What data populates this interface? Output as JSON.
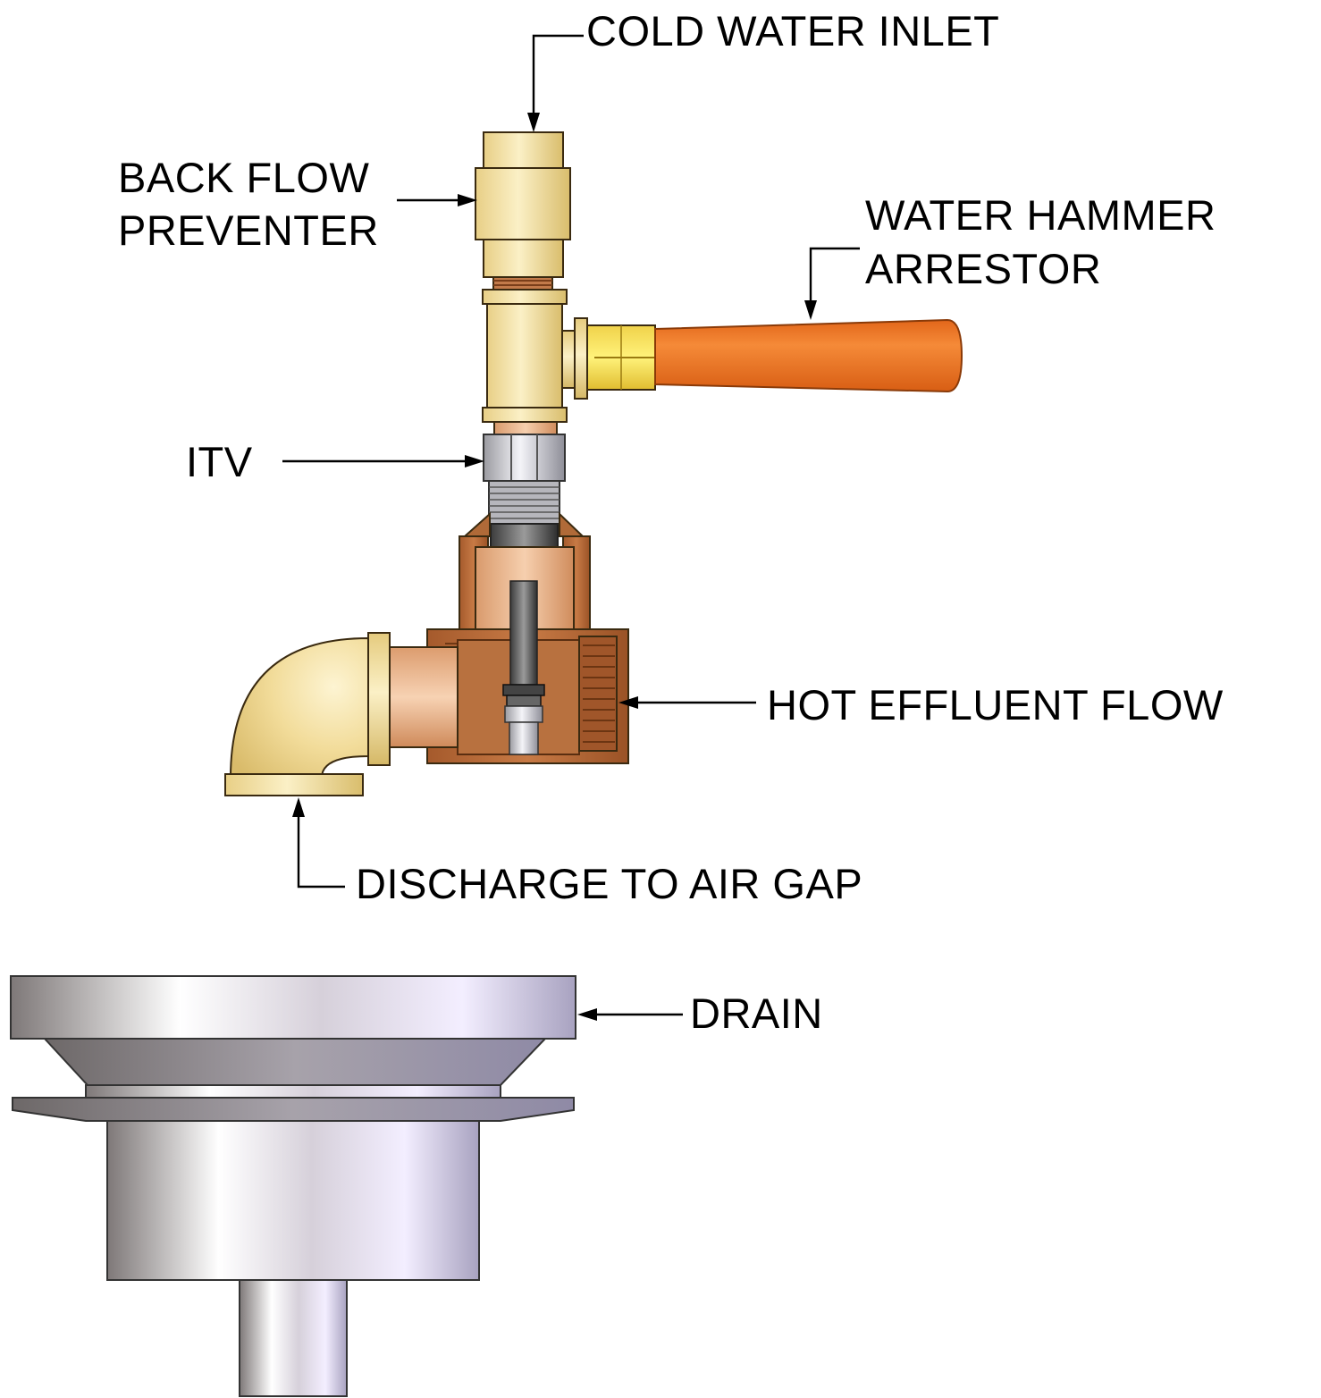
{
  "labels": {
    "cold_water_inlet": "COLD WATER INLET",
    "back_flow_line1": "BACK FLOW",
    "back_flow_line2": "PREVENTER",
    "water_hammer_line1": "WATER HAMMER",
    "water_hammer_line2": "ARRESTOR",
    "itv": "ITV",
    "hot_effluent_flow": "HOT EFFLUENT FLOW",
    "discharge": "DISCHARGE TO AIR GAP",
    "drain": "DRAIN"
  },
  "colors": {
    "brass": "#f2dea0",
    "copper": "#c98a56",
    "arrestor": "#ee7a22",
    "steel": "#b9b9c6",
    "lines": "#000000"
  }
}
